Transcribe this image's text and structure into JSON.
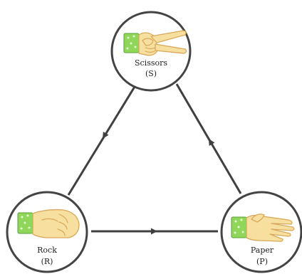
{
  "diagram": {
    "nodes": {
      "scissors": {
        "name": "Scissors",
        "abbr": "(S)",
        "icon": "hand-scissors-icon"
      },
      "rock": {
        "name": "Rock",
        "abbr": "(R)",
        "icon": "hand-rock-icon"
      },
      "paper": {
        "name": "Paper",
        "abbr": "(P)",
        "icon": "hand-paper-icon"
      }
    },
    "edges": [
      {
        "from": "scissors",
        "to": "rock"
      },
      {
        "from": "rock",
        "to": "paper"
      },
      {
        "from": "paper",
        "to": "scissors"
      }
    ],
    "colors": {
      "line": "#404040",
      "circle_stroke": "#444444",
      "skin": "#f7dfa0",
      "skin_outline": "#d9a85a",
      "sleeve": "#8fd65a",
      "sleeve_outline": "#5aa330"
    }
  }
}
